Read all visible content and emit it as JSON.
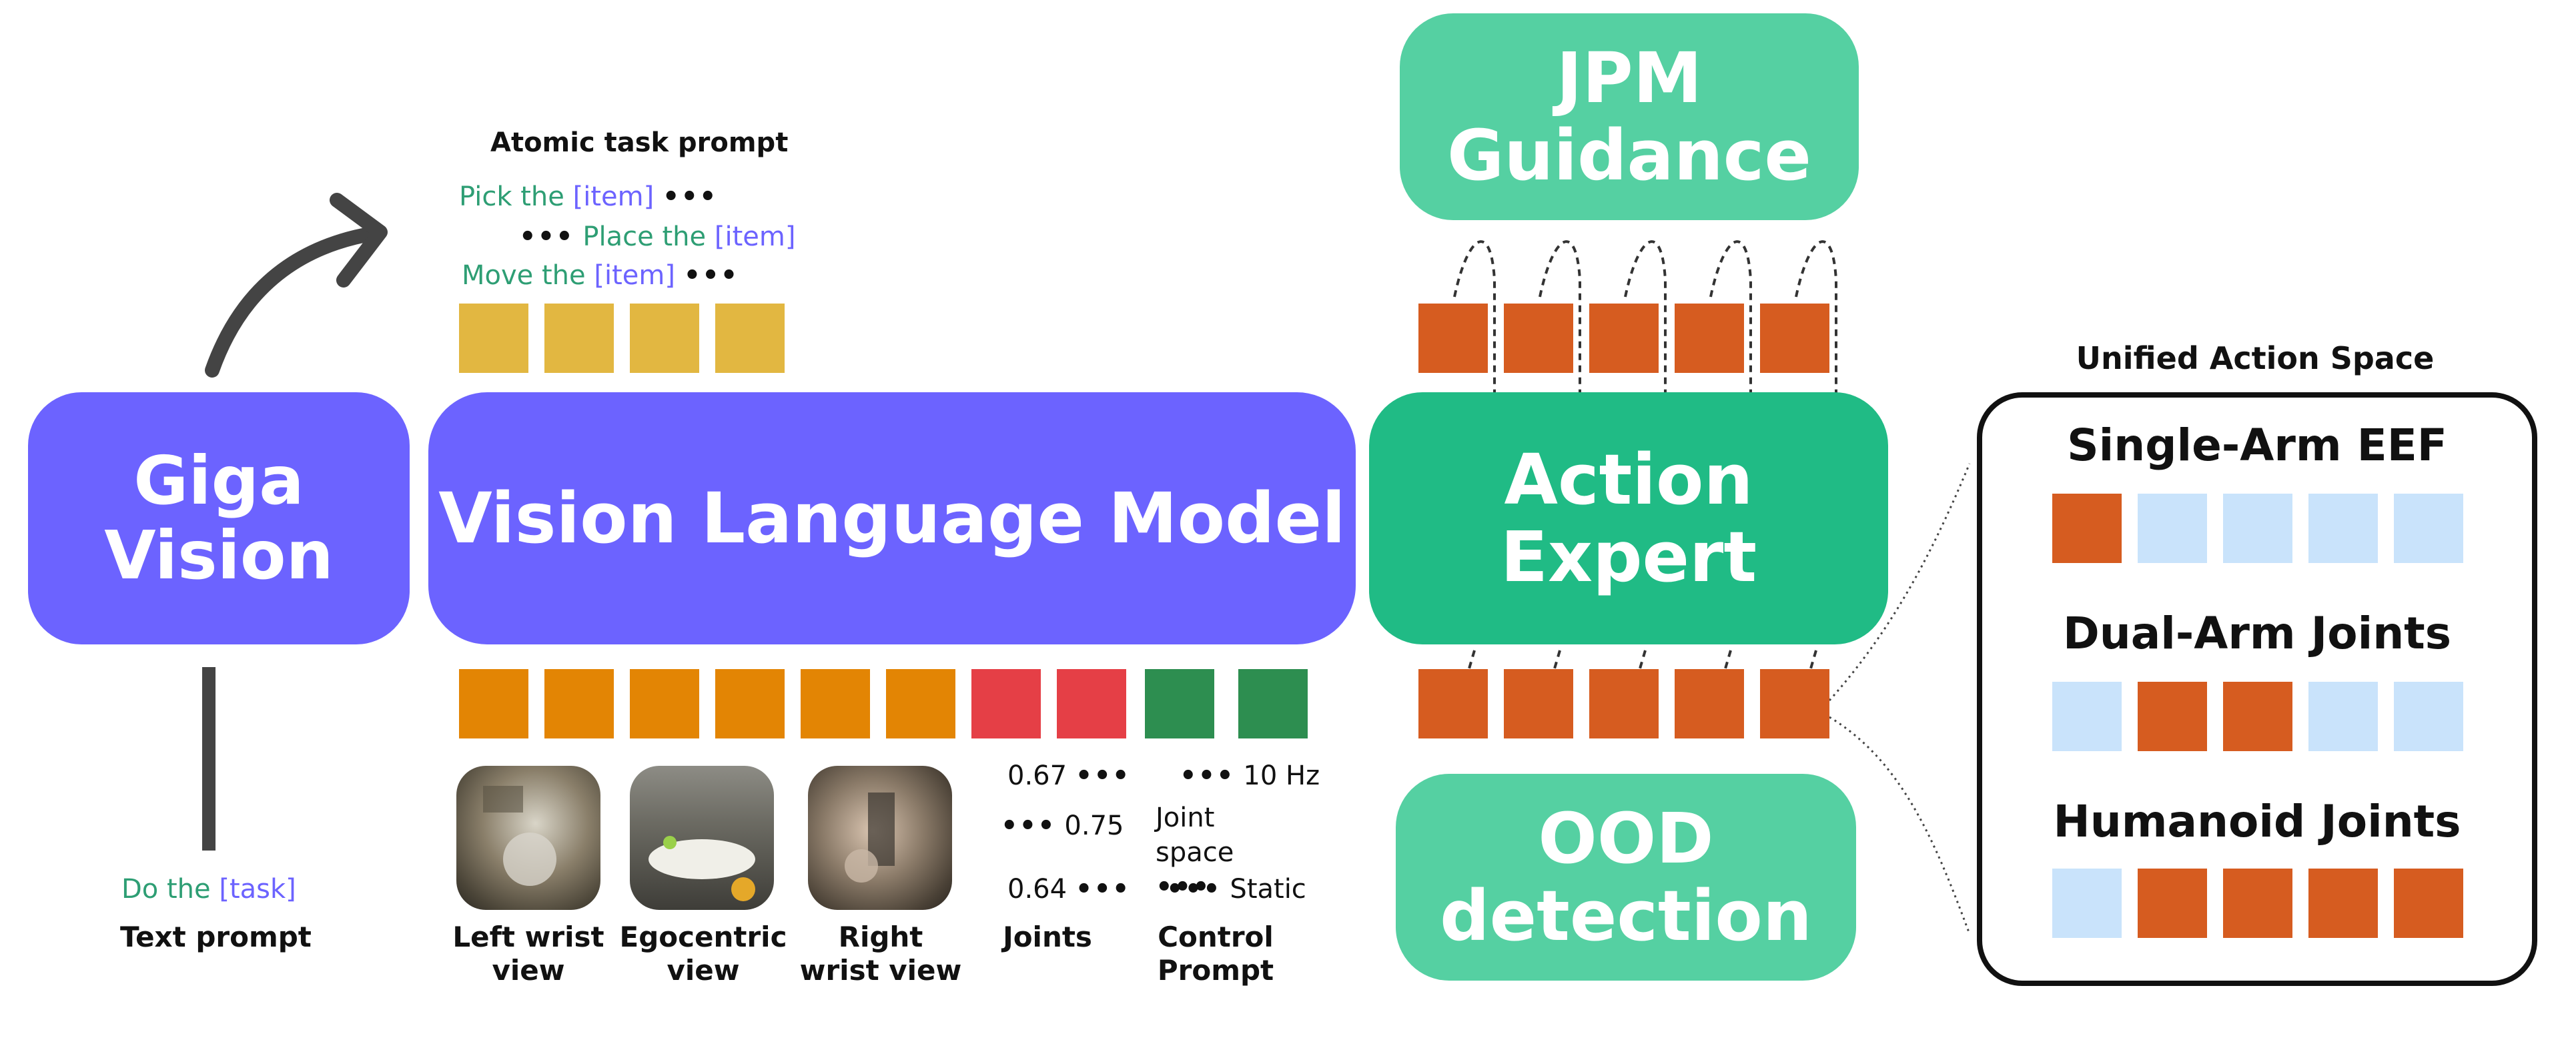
{
  "giga_vision": {
    "line1": "Giga",
    "line2": "Vision"
  },
  "vlm": {
    "label": "Vision Language Model"
  },
  "action_expert": {
    "label": "Action Expert"
  },
  "jpm": {
    "line1": "JPM",
    "line2": "Guidance"
  },
  "ood": {
    "line1": "OOD",
    "line2": "detection"
  },
  "atomic": {
    "title": "Atomic task prompt",
    "l1_verb": "Pick the",
    "l1_item": "[item]",
    "l1_tail": "•••",
    "l2_head": "•••",
    "l2_verb": "Place the",
    "l2_item": "[item]",
    "l3_verb": "Move the",
    "l3_item": "[item]",
    "l3_tail": "•••"
  },
  "text_prompt": {
    "verb": "Do the",
    "slot": "[task]",
    "label": "Text prompt"
  },
  "inputs": {
    "left_wrist": "Left wrist view",
    "egocentric": "Egocentric view",
    "right_wrist": "Right wrist view",
    "joints": "Joints",
    "control": "Control Prompt",
    "joint_values": {
      "v1": "0.67",
      "v2": "0.75",
      "v3": "0.64",
      "dots": "•••"
    },
    "control_values": {
      "hz": "10 Hz",
      "space": "Joint space",
      "static": "Static",
      "dots": "•••"
    }
  },
  "unified": {
    "title": "Unified Action Space",
    "rows": [
      {
        "label": "Single-Arm EEF",
        "active": [
          1,
          0,
          0,
          0,
          0
        ]
      },
      {
        "label": "Dual-Arm Joints",
        "active": [
          0,
          1,
          1,
          0,
          0
        ]
      },
      {
        "label": "Humanoid Joints",
        "active": [
          0,
          1,
          1,
          1,
          1
        ]
      }
    ]
  },
  "colors": {
    "purple": "#6c63ff",
    "green_dark": "#20bb85",
    "green_light": "#55d0a2",
    "yellow": "#e2b741",
    "orange": "#e38504",
    "red": "#e53f46",
    "dark_green": "#2d8e50",
    "rust": "#d65c20",
    "light_blue": "#c9e3fb"
  }
}
